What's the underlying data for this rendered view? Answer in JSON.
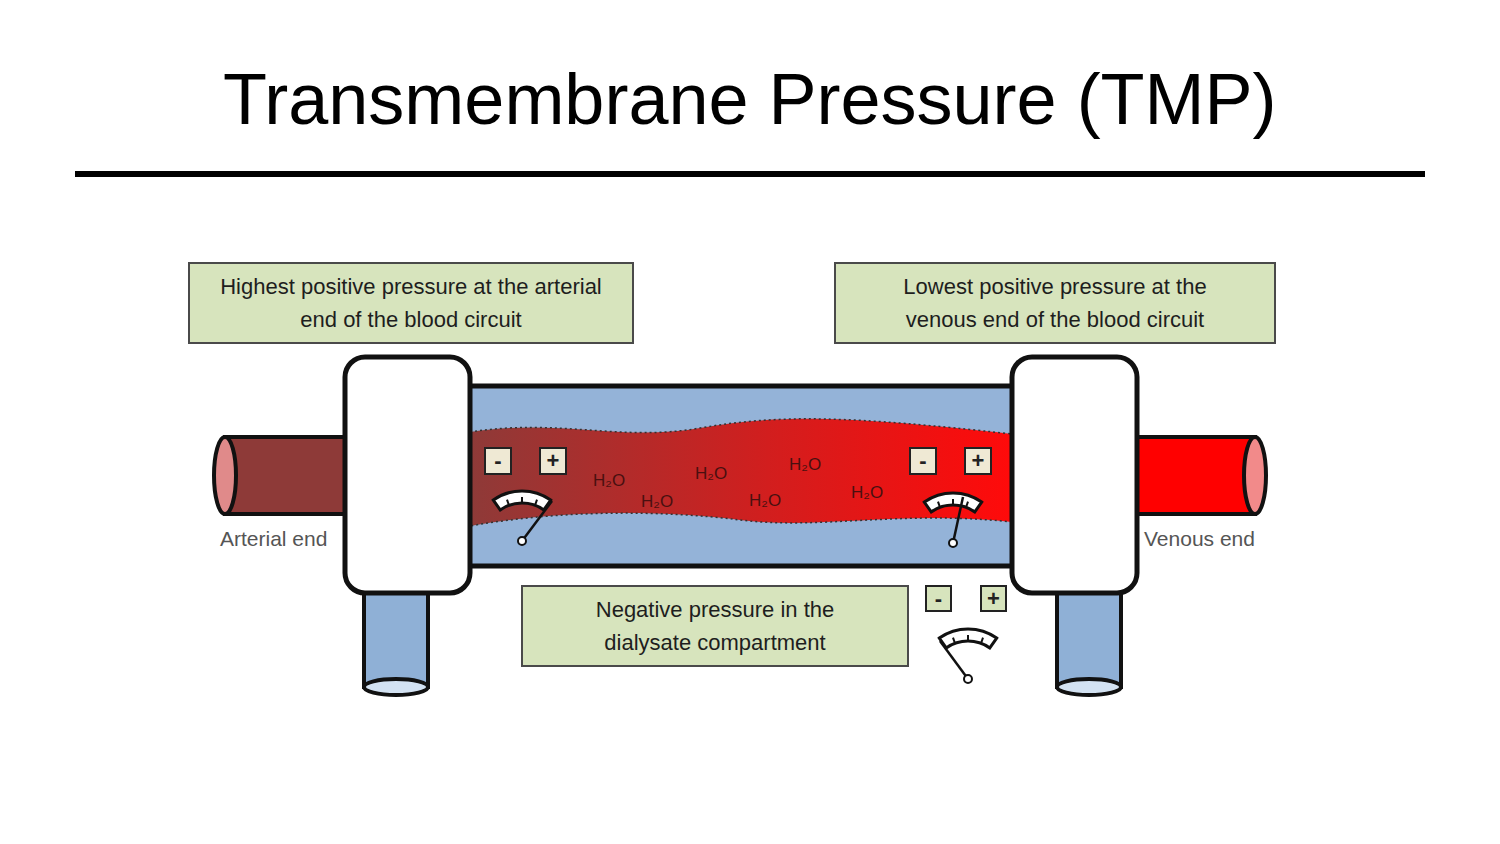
{
  "diagram": {
    "title": "Transmembrane Pressure (TMP)",
    "nodes": [
      {
        "text": [
          "Highest positive pressure at the arterial end of the blood circuit"
        ]
      },
      {
        "text": [
          "Lowest positive pressure at the venous end of the blood circuit"
        ]
      },
      {
        "text": [
          "-"
        ]
      },
      {
        "text": [
          "+"
        ]
      },
      {
        "text": [
          "-"
        ]
      },
      {
        "text": [
          "+"
        ]
      },
      {
        "text": [
          "Negative pressure in the dialysate compartment"
        ]
      },
      {
        "text": [
          "-"
        ]
      },
      {
        "text": [
          "+"
        ]
      }
    ],
    "labels": [
      "Arterial end",
      "Venous end",
      "H₂O",
      "H₂O",
      "H₂O",
      "H₂O",
      "H₂O",
      "H₂O"
    ]
  }
}
